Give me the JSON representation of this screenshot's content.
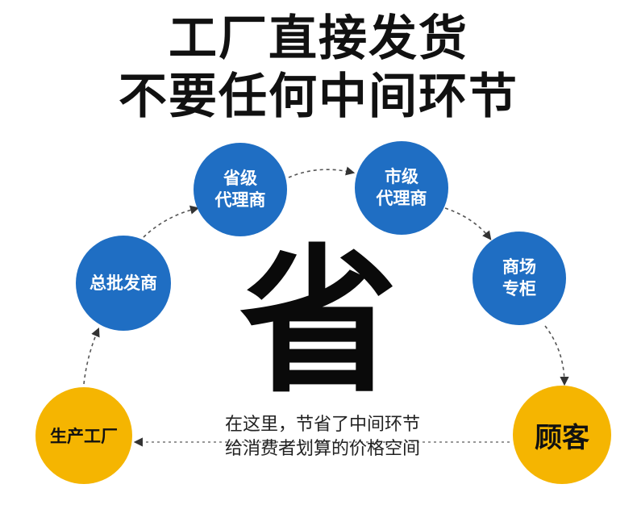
{
  "title": {
    "line1": "工厂直接发货",
    "line2": "不要任何中间环节"
  },
  "nodes": {
    "factory": "生产工厂",
    "wholesale": "总批发商",
    "provincial": "省级\n代理商",
    "city": "市级\n代理商",
    "mall": "商场\n专柜",
    "customer": "顾客"
  },
  "center_char": "省",
  "note": {
    "line1": "在这里，节省了中间环节",
    "line2": "给消费者划算的价格空间"
  },
  "colors": {
    "blue_node": "#1f6ec3",
    "yellow_node": "#f5b501",
    "arrow": "#555555"
  }
}
